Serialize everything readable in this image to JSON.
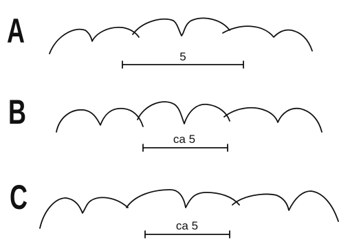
{
  "panels": [
    {
      "letter": "A",
      "scale_label": "5"
    },
    {
      "letter": "B",
      "scale_label": "ca 5"
    },
    {
      "letter": "C",
      "scale_label": "ca 5"
    }
  ]
}
